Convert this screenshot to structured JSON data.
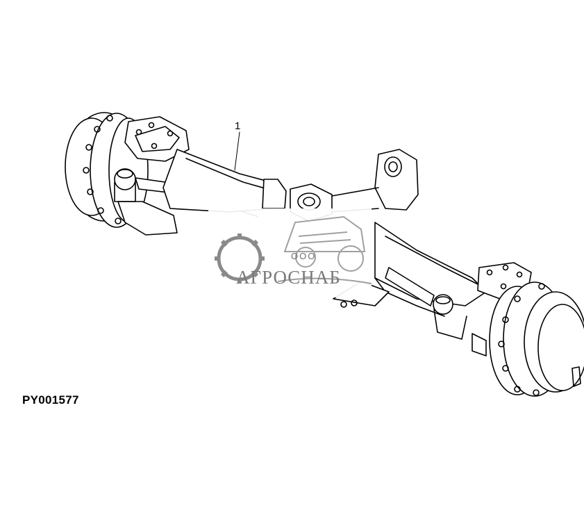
{
  "figure": {
    "part_callout": "1",
    "figure_code": "PY001577"
  },
  "watermark": {
    "company_prefix": "ООО",
    "company_name": "АГРОСНАБ"
  },
  "icons": [
    "gear-icon",
    "tractor-icon"
  ]
}
